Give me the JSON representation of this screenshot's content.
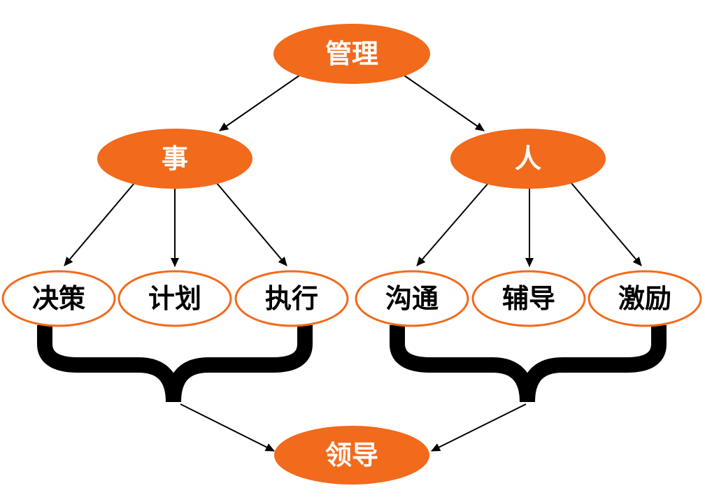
{
  "colors": {
    "accent": "#f26a1b",
    "outline_fill": "#ffffff",
    "text_light": "#ffffff",
    "text_dark": "#000000",
    "line": "#000000"
  },
  "nodes": {
    "management": "管理",
    "affairs": "事",
    "people": "人",
    "decision": "决策",
    "plan": "计划",
    "execute": "执行",
    "communicate": "沟通",
    "coach": "辅导",
    "motivate": "激励",
    "leadership": "领导"
  }
}
